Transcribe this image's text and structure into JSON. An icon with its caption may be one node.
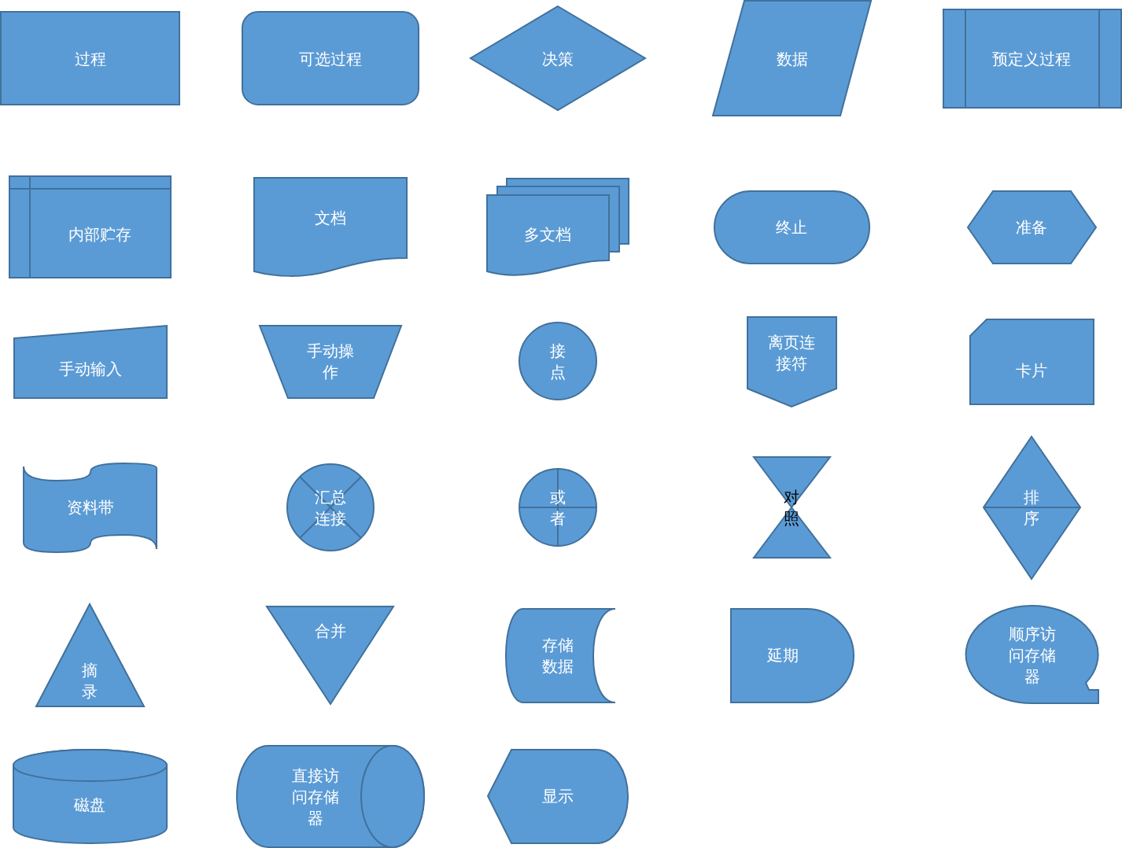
{
  "diagram": {
    "nodes": [
      {
        "text": [
          "过程"
        ]
      },
      {
        "text": [
          "可选过程"
        ]
      },
      {
        "text": [
          "决策"
        ]
      },
      {
        "text": [
          "数据"
        ]
      },
      {
        "text": [
          "预定义过程"
        ]
      },
      {
        "text": [
          "内部贮存"
        ]
      },
      {
        "text": [
          "文档"
        ]
      },
      {
        "text": [
          "多文档"
        ]
      },
      {
        "text": [
          "终止"
        ]
      },
      {
        "text": [
          "准备"
        ]
      },
      {
        "text": [
          "手动输入"
        ]
      },
      {
        "text": [
          "手动操作"
        ]
      },
      {
        "text": [
          "接点"
        ]
      },
      {
        "text": [
          "离页连接符"
        ]
      },
      {
        "text": [
          "卡片"
        ]
      },
      {
        "text": [
          "资料带"
        ]
      },
      {
        "text": [
          "汇总连接"
        ]
      },
      {
        "text": [
          "或者"
        ]
      },
      {
        "text": [
          "对照"
        ]
      },
      {
        "text": [
          "排序"
        ]
      },
      {
        "text": [
          "摘录"
        ]
      },
      {
        "text": [
          "合并"
        ]
      },
      {
        "text": [
          "存储数据"
        ]
      },
      {
        "text": [
          "延期"
        ]
      },
      {
        "text": [
          "顺序访问存储器"
        ]
      },
      {
        "text": [
          "磁盘"
        ]
      },
      {
        "text": [
          "直接访问存储器"
        ]
      },
      {
        "text": [
          "显示"
        ]
      }
    ]
  }
}
